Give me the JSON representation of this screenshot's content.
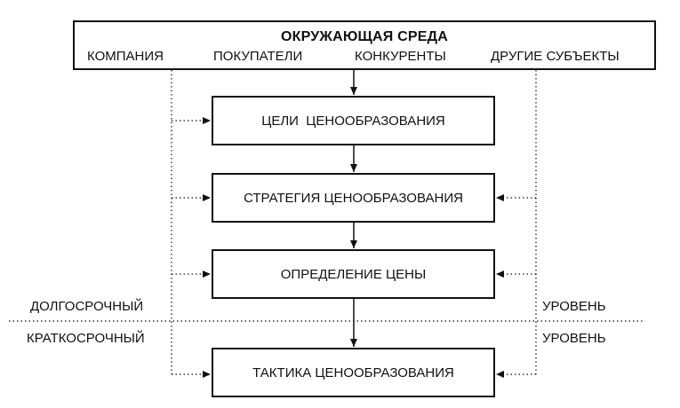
{
  "environment": {
    "title": "ОКРУЖАЮЩАЯ СРЕДА",
    "items": [
      "КОМПАНИЯ",
      "ПОКУПАТЕЛИ",
      "КОНКУРЕНТЫ",
      "ДРУГИЕ СУБЪЕКТЫ"
    ]
  },
  "stages": [
    "ЦЕЛИ  ЦЕНООБРАЗОВАНИЯ",
    "СТРАТЕГИЯ ЦЕНООБРАЗОВАНИЯ",
    "ОПРЕДЕЛЕНИЕ ЦЕНЫ",
    "ТАКТИКА ЦЕНООБРАЗОВАНИЯ"
  ],
  "left_labels": {
    "upper": "ДОЛГОСРОЧНЫЙ",
    "lower": "КРАТКОСРОЧНЫЙ"
  },
  "right_labels": {
    "upper": "УРОВЕНЬ",
    "lower": "УРОВЕНЬ"
  }
}
